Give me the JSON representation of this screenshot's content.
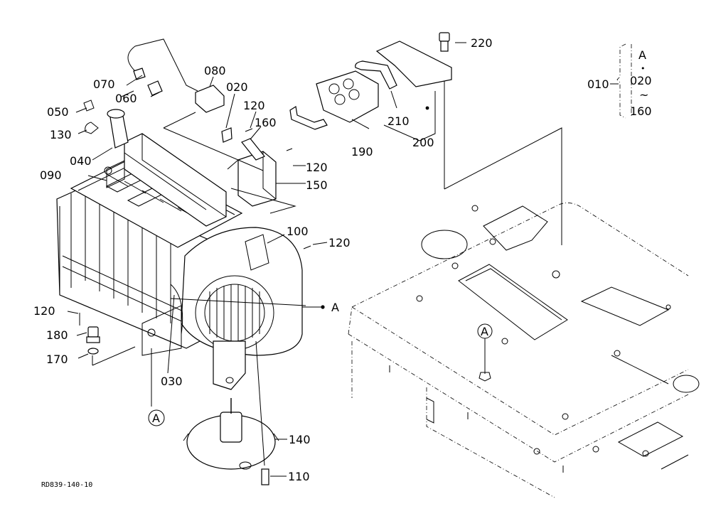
{
  "callouts": {
    "p010": "010",
    "p020": "020",
    "p030": "030",
    "p040": "040",
    "p050": "050",
    "p060": "060",
    "p070": "070",
    "p080": "080",
    "p090": "090",
    "p100": "100",
    "p110": "110",
    "p120": "120",
    "p130": "130",
    "p140": "140",
    "p150": "150",
    "p160": "160",
    "p170": "170",
    "p180": "180",
    "p190": "190",
    "p200": "200",
    "p210": "210",
    "p220": "220",
    "pA": "A"
  },
  "group_range": {
    "top": "A",
    "dot": "•",
    "mid": "020",
    "tilde": "~",
    "bottom": "160"
  },
  "drawing_ref": "RD839-140-10"
}
